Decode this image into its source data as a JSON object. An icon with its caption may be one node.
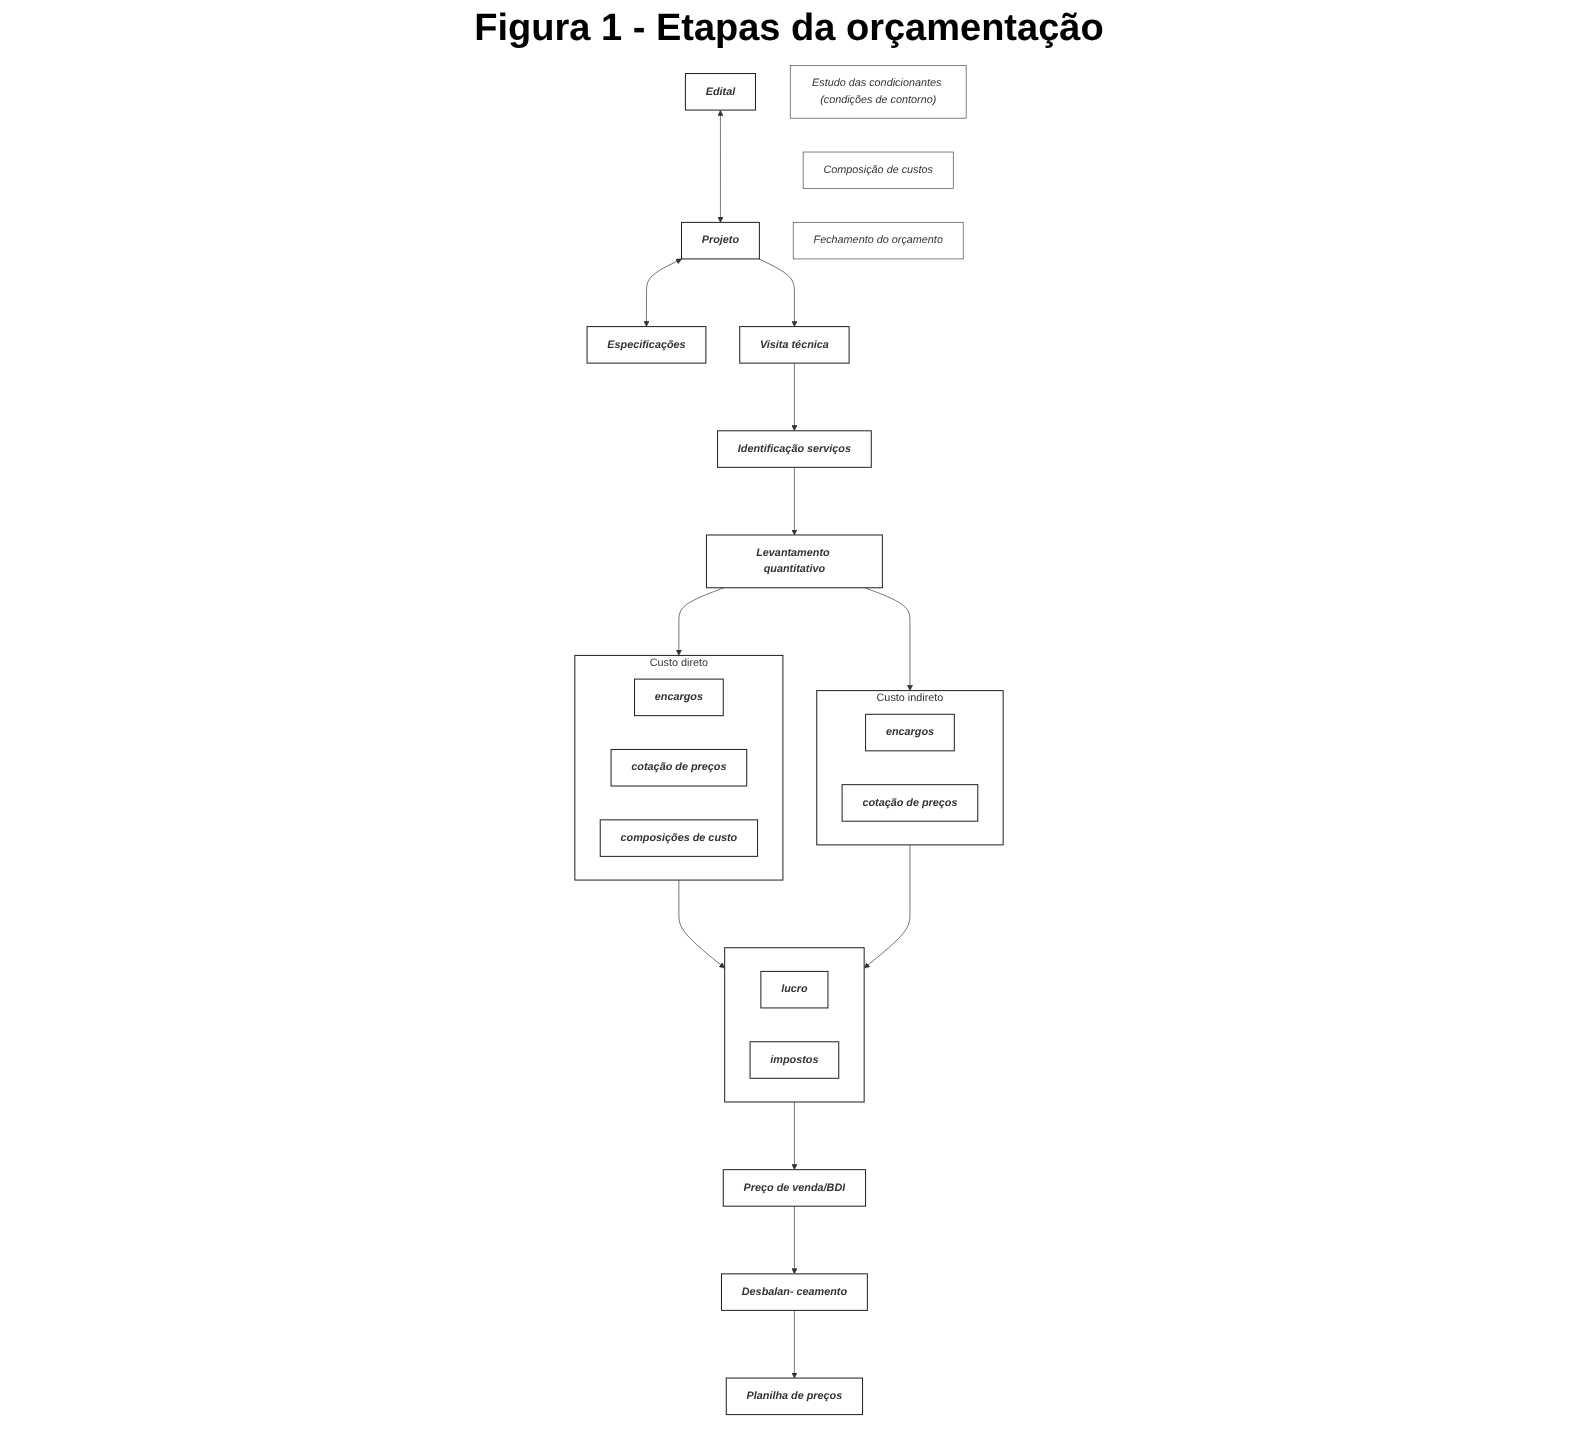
{
  "diagram": {
    "title": "Figura 1 - Etapas da orçamentação",
    "nodes": [
      {
        "text": [
          "Estudo das condicionantes (condições de contorno)"
        ]
      },
      {
        "text": [
          "Edital"
        ]
      },
      {
        "text": [
          "Projeto"
        ]
      },
      {
        "text": [
          "Especificações"
        ]
      },
      {
        "text": [
          "Visita técnica"
        ]
      },
      {
        "text": [
          "Composição de custos"
        ]
      },
      {
        "text": [
          "Identificação serviços"
        ]
      },
      {
        "text": [
          "Levantamento quantitativo"
        ]
      },
      {
        "text": [
          "Custo direto"
        ]
      },
      {
        "text": [
          "encargos"
        ],
        "in": 8
      },
      {
        "text": [
          "cotação de preços"
        ],
        "in": 8
      },
      {
        "text": [
          "composições de custo"
        ],
        "in": 8
      },
      {
        "text": [
          "Custo indireto"
        ]
      },
      {
        "text": [
          "encargos"
        ],
        "in": 12
      },
      {
        "text": [
          "cotação de preços"
        ],
        "in": 12
      },
      {
        "text": [
          "Fechamento do orçamento"
        ]
      },
      {
        "text": [],
        "shape": "box"
      },
      {
        "text": [
          "lucro"
        ],
        "in": 16
      },
      {
        "text": [
          "impostos"
        ],
        "in": 16
      },
      {
        "text": [
          "Preço de venda/BDI"
        ]
      },
      {
        "text": [
          "Desbalan- ceamento"
        ]
      },
      {
        "text": [
          "Planilha de preços"
        ]
      }
    ],
    "edges": [
      {
        "from": 1,
        "to": 2,
        "arrow": "both"
      },
      {
        "from": 2,
        "to": 3,
        "arrow": "both"
      },
      {
        "from": 2,
        "to": 4,
        "arrow": "to"
      },
      {
        "from": 4,
        "to": 6,
        "arrow": "to"
      },
      {
        "from": 6,
        "to": 7,
        "arrow": "to"
      },
      {
        "from": 7,
        "to": 8,
        "arrow": "to"
      },
      {
        "from": 7,
        "to": 12,
        "arrow": "to"
      },
      {
        "from": 8,
        "to": 16,
        "arrow": "to"
      },
      {
        "from": 12,
        "to": 16,
        "arrow": "to"
      },
      {
        "from": 16,
        "to": 19,
        "arrow": "to"
      },
      {
        "from": 19,
        "to": 20,
        "arrow": "to"
      },
      {
        "from": 20,
        "to": 21,
        "arrow": "to"
      }
    ]
  }
}
